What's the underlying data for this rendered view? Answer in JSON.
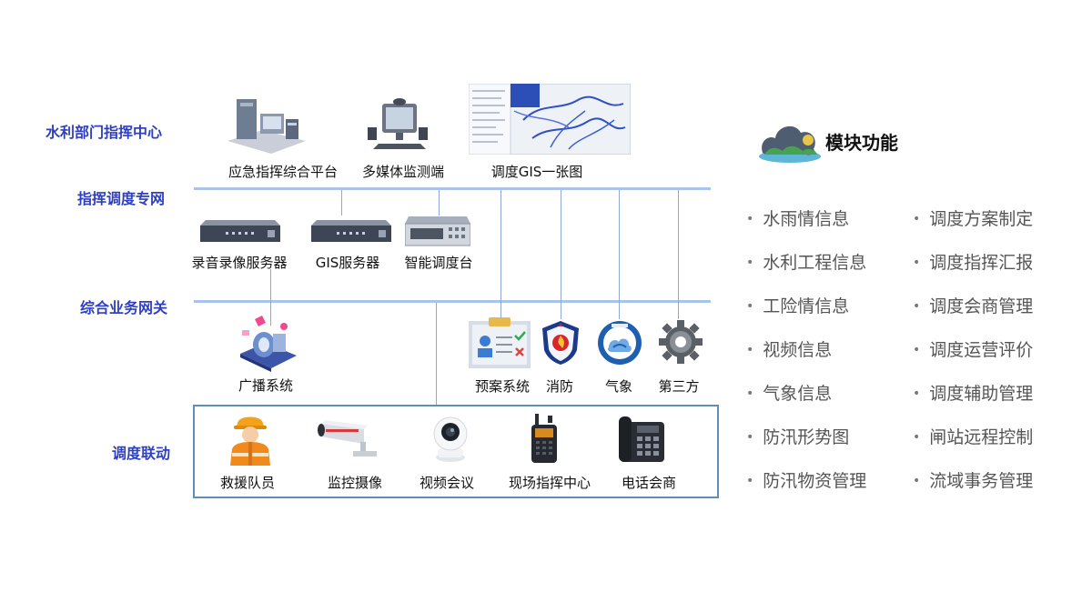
{
  "tiers": {
    "command_center": "水利部门指挥中心",
    "dispatch_network": "指挥调度专网",
    "gateway": "综合业务网关",
    "linkage": "调度联动"
  },
  "top_nodes": [
    {
      "label": "应急指挥综合平台",
      "icon": "emergency-platform-icon"
    },
    {
      "label": "多媒体监测端",
      "icon": "multimedia-monitor-icon"
    },
    {
      "label": "调度GIS一张图",
      "icon": "gis-map-icon"
    }
  ],
  "server_nodes": [
    {
      "label": "录音录像服务器",
      "icon": "recording-server-icon"
    },
    {
      "label": "GIS服务器",
      "icon": "gis-server-icon"
    },
    {
      "label": "智能调度台",
      "icon": "dispatch-console-icon"
    }
  ],
  "gateway_nodes": [
    {
      "label": "广播系统",
      "icon": "broadcast-icon"
    },
    {
      "label": "预案系统",
      "icon": "plan-system-icon"
    },
    {
      "label": "消防",
      "icon": "fire-badge-icon"
    },
    {
      "label": "气象",
      "icon": "weather-badge-icon"
    },
    {
      "label": "第三方",
      "icon": "gear-icon"
    }
  ],
  "linkage_nodes": [
    {
      "label": "救援队员",
      "icon": "rescuer-icon"
    },
    {
      "label": "监控摄像",
      "icon": "cctv-camera-icon"
    },
    {
      "label": "视频会议",
      "icon": "video-camera-icon"
    },
    {
      "label": "现场指挥中心",
      "icon": "walkie-talkie-icon"
    },
    {
      "label": "电话会商",
      "icon": "telephone-icon"
    }
  ],
  "modules": {
    "title": "模块功能",
    "icon": "cloud-landscape-icon",
    "left": [
      "水雨情信息",
      "水利工程信息",
      "工险情信息",
      "视频信息",
      "气象信息",
      "防汛形势图",
      "防汛物资管理"
    ],
    "right": [
      "调度方案制定",
      "调度指挥汇报",
      "调度会商管理",
      "调度运营评价",
      "调度辅助管理",
      "闸站远程控制",
      "流域事务管理"
    ]
  },
  "colors": {
    "tier_label": "#2f3fc4",
    "network_line": "#a9c4ea",
    "box_border": "#5f8fb8"
  }
}
